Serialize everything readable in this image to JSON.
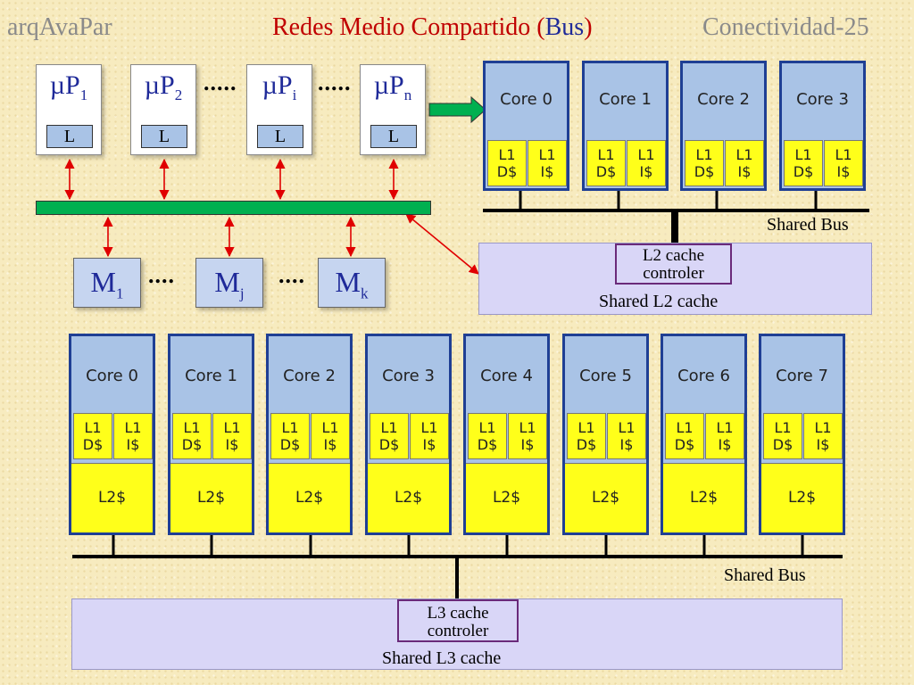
{
  "header": {
    "left": "arqAvaPar",
    "center_prefix": "Redes Medio Compartido (",
    "center_bus": "Bus",
    "center_suffix": ")",
    "right": "Conectividad-25"
  },
  "processors": [
    {
      "base": "µP",
      "sub": "1",
      "cache": "L"
    },
    {
      "base": "µP",
      "sub": "2",
      "cache": "L"
    },
    {
      "base": "µP",
      "sub": "i",
      "cache": "L"
    },
    {
      "base": "µP",
      "sub": "n",
      "cache": "L"
    }
  ],
  "memories": [
    {
      "base": "M",
      "sub": "1"
    },
    {
      "base": "M",
      "sub": "j"
    },
    {
      "base": "M",
      "sub": "k"
    }
  ],
  "dots": {
    "long": ".....",
    "short": "...."
  },
  "quad": {
    "cores": [
      "Core 0",
      "Core 1",
      "Core 2",
      "Core 3"
    ],
    "l1_d": "L1\nD$",
    "l1_i": "L1\nI$",
    "bus_label": "Shared Bus",
    "controller": "L2 cache\ncontroler",
    "cache_label": "Shared L2 cache"
  },
  "octa": {
    "cores": [
      "Core 0",
      "Core 1",
      "Core 2",
      "Core 3",
      "Core 4",
      "Core 5",
      "Core 6",
      "Core 7"
    ],
    "l1_d": "L1\nD$",
    "l1_i": "L1\nI$",
    "l2": "L2$",
    "bus_label": "Shared Bus",
    "controller": "L3 cache\ncontroler",
    "cache_label": "Shared L3 cache"
  },
  "colors": {
    "title_red": "#c00000",
    "grey_text": "#8a8a8a",
    "blue_text": "#1f2a99",
    "bus_green": "#00b050",
    "arrow_red": "#e00000",
    "core_blue": "#a9c3e6",
    "l1_yellow": "#ffff1a",
    "panel_lilac": "#d9d6f7"
  }
}
